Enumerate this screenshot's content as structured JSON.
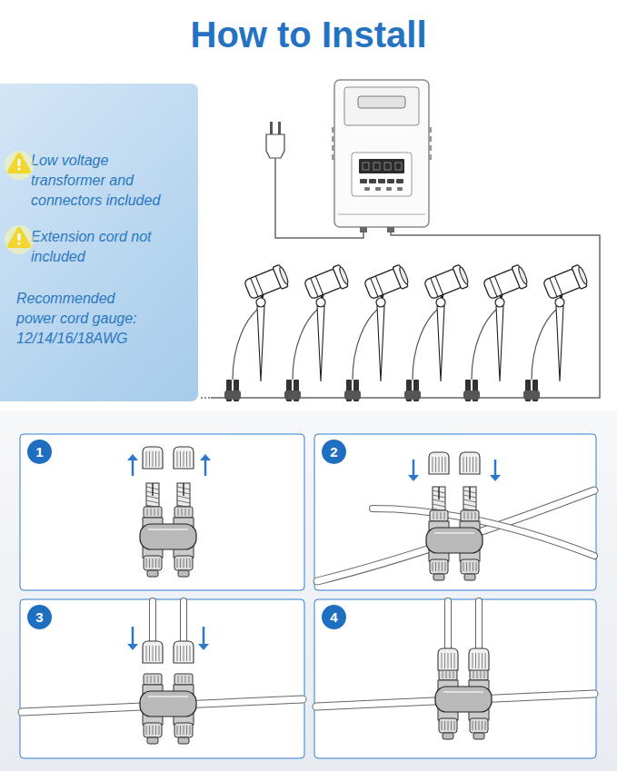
{
  "diagram": {
    "title": "How to Install",
    "nodes": [
      {
        "text": [
          "Low voltage transformer and connectors included",
          "Extension cord not included",
          "Recommended power cord gauge: 12/14/16/18AWG"
        ]
      },
      {
        "text": [
          "1"
        ]
      },
      {
        "text": [
          "2"
        ]
      },
      {
        "text": [
          "3"
        ]
      },
      {
        "text": [
          "4"
        ]
      }
    ]
  }
}
